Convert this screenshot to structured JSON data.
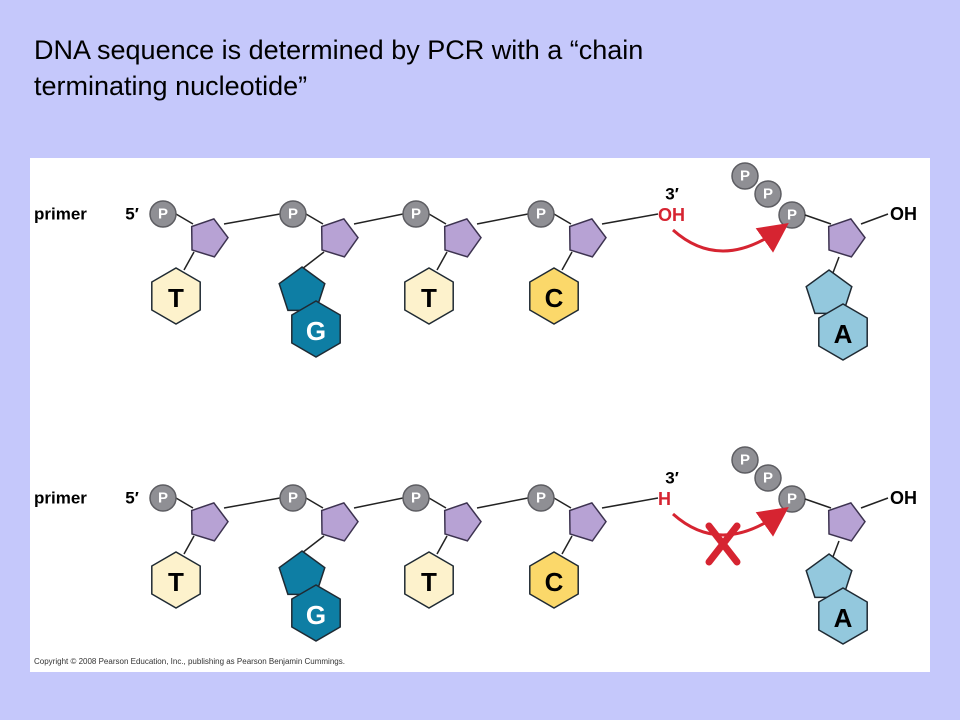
{
  "slide": {
    "title_line1": "DNA sequence is determined by PCR with a “chain",
    "title_line2": "terminating nucleotide”"
  },
  "figure": {
    "colors": {
      "background": "#c5c8fb",
      "panel": "#ffffff",
      "phosphate": "#8f8f94",
      "sugar": "#b7a2d4",
      "thymine": "#fdf2cc",
      "guanine": "#0e7ea4",
      "cytosine": "#fbd86a",
      "adenine": "#93c8dd",
      "arrow": "#d62431"
    },
    "rows": [
      {
        "primer_label": "primer",
        "five_prime": "5′",
        "three_prime": "3′",
        "terminal_group": "OH",
        "phosphate_label": "P",
        "incoming_end": "OH",
        "bases": [
          "T",
          "G",
          "T",
          "C"
        ],
        "incoming_base": "A",
        "blocked": false
      },
      {
        "primer_label": "primer",
        "five_prime": "5′",
        "three_prime": "3′",
        "terminal_group": "H",
        "phosphate_label": "P",
        "incoming_end": "OH",
        "bases": [
          "T",
          "G",
          "T",
          "C"
        ],
        "incoming_base": "A",
        "blocked": true
      }
    ],
    "copyright": "Copyright © 2008 Pearson Education, Inc., publishing as Pearson Benjamin Cummings."
  }
}
